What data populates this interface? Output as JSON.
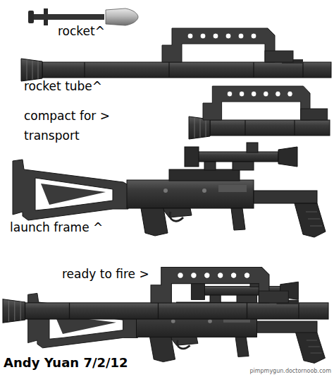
{
  "diagram": {
    "labels": [
      "rocket^",
      "rocket tube^",
      "compact for > transport",
      "launch frame ^",
      "ready to fire >",
      "Andy Yuan 7/2/12",
      "pimpmygun.doctornoob.com"
    ]
  }
}
